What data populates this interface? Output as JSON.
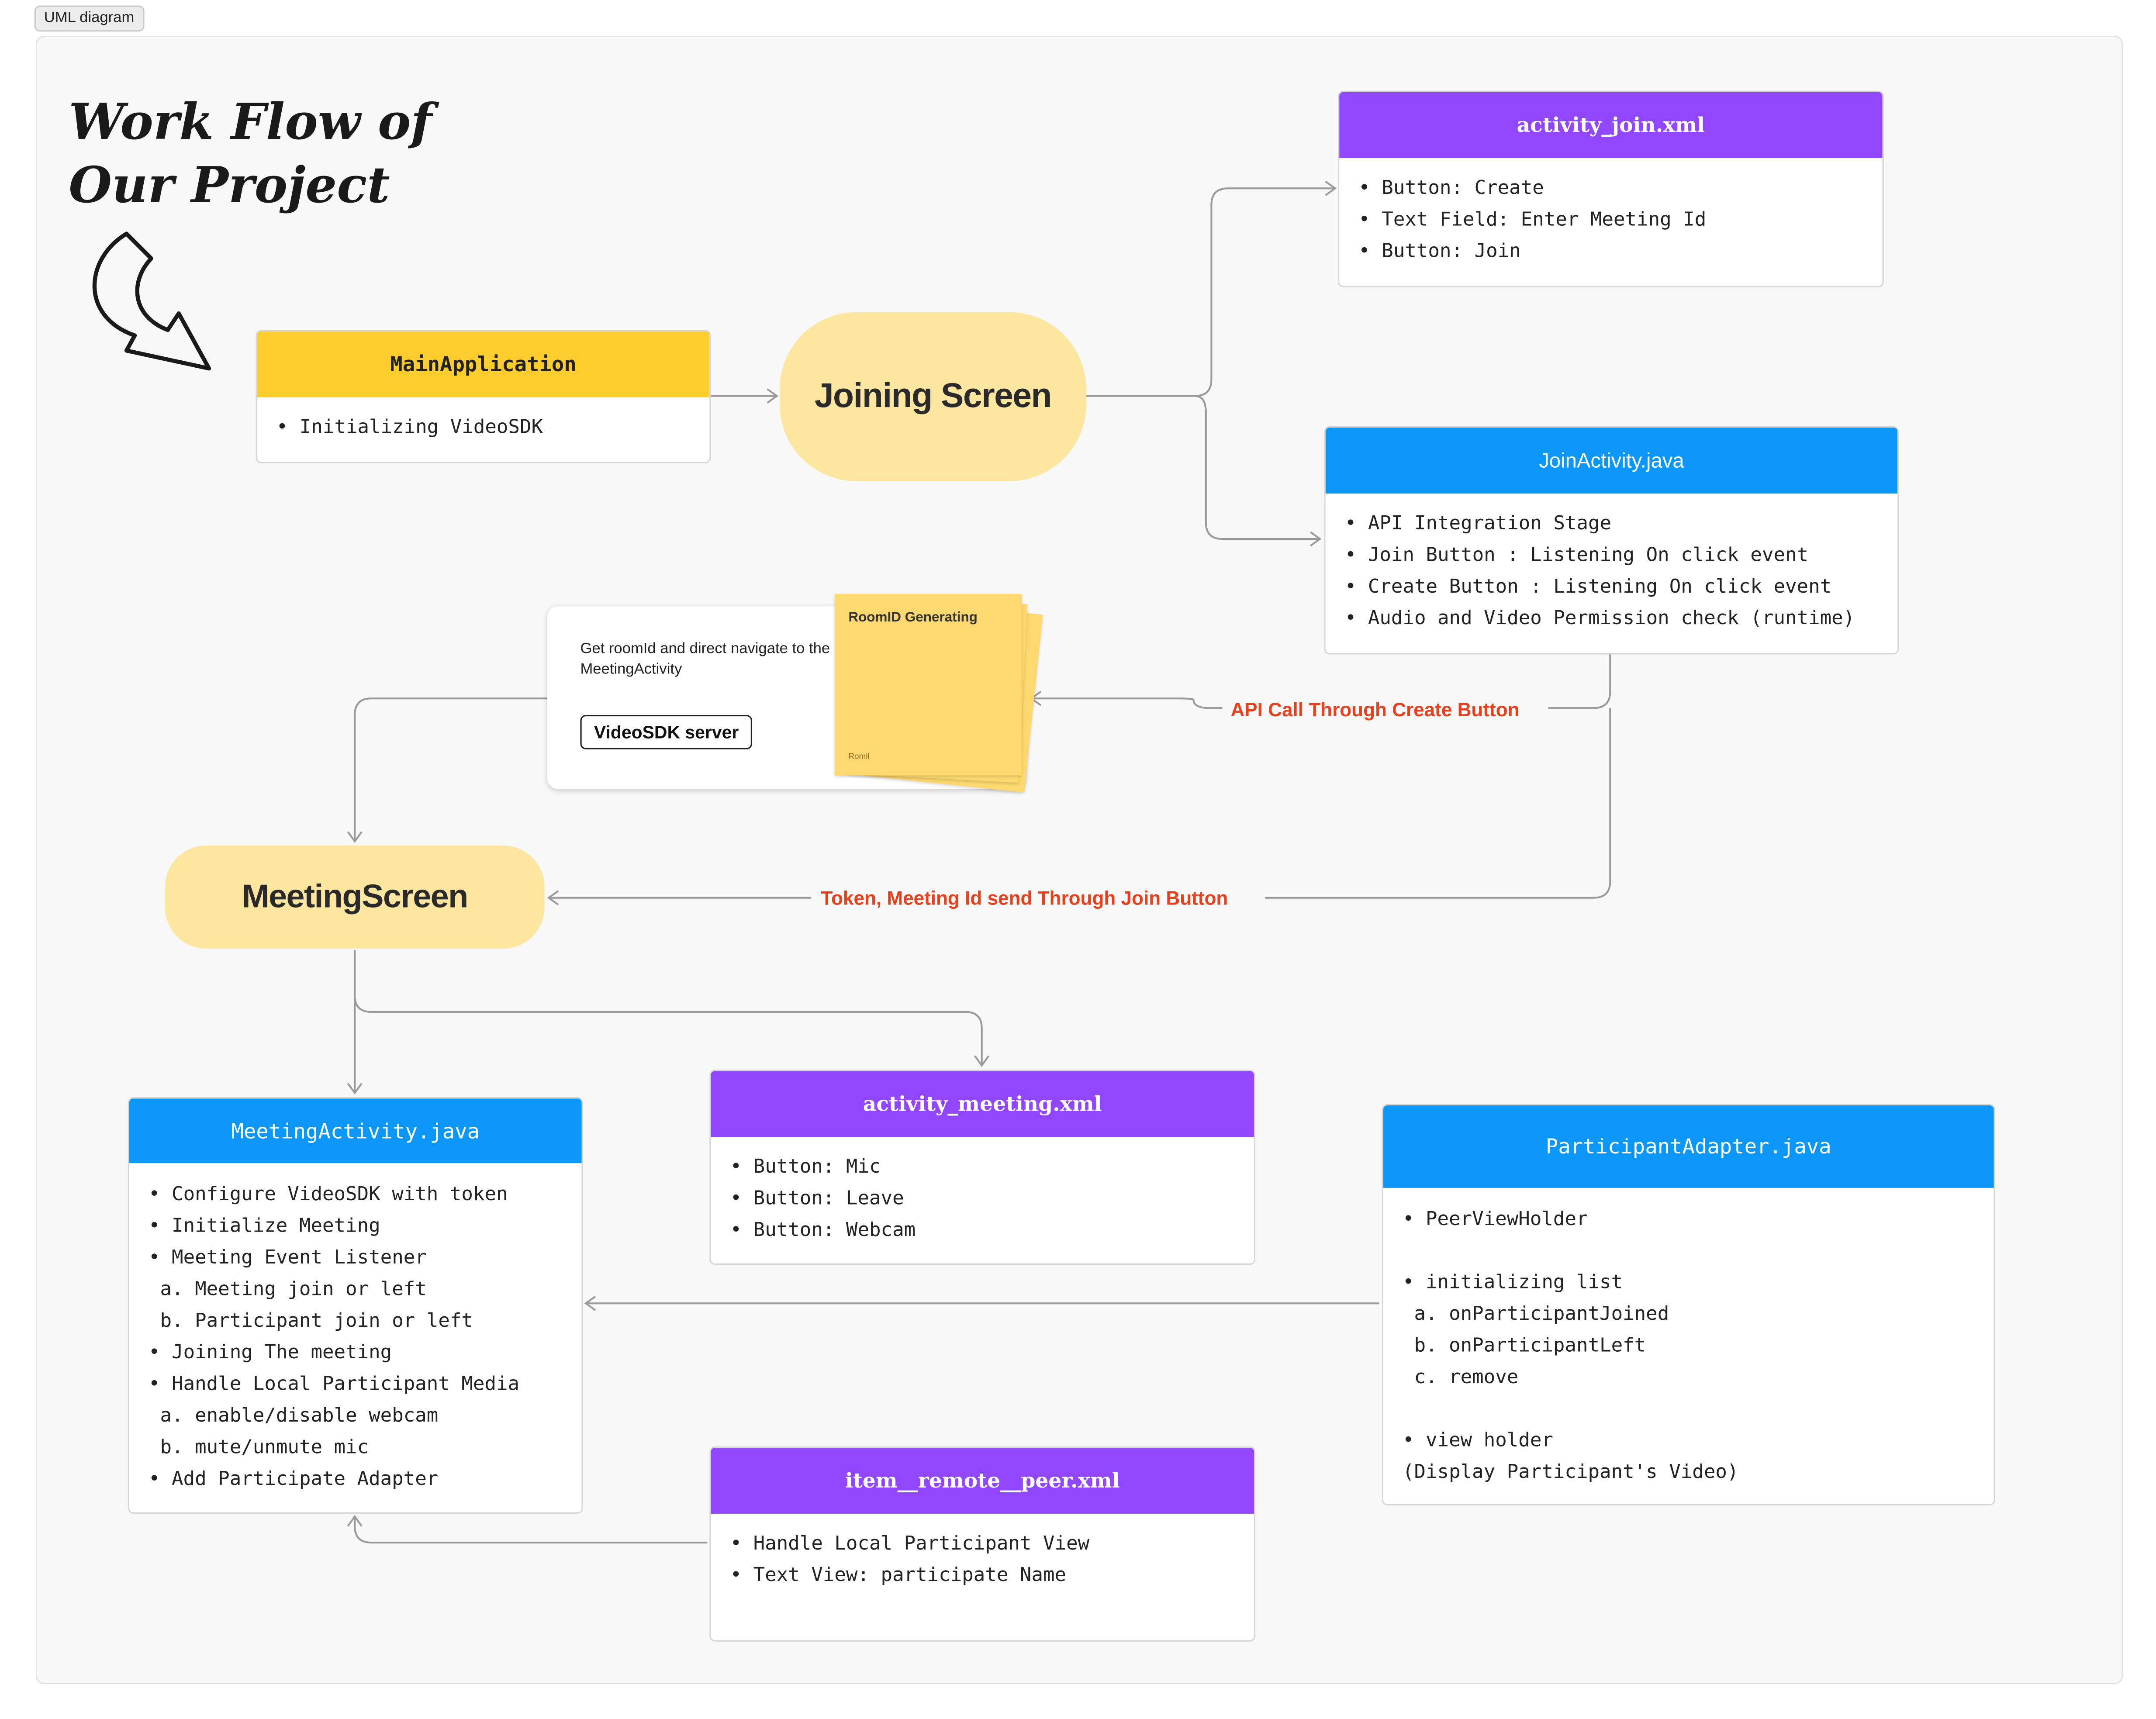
{
  "tag": "UML diagram",
  "title": {
    "line1": "Work Flow of",
    "line2": "Our Project"
  },
  "main_application": {
    "header": "MainApplication",
    "body": "• Initializing VideoSDK"
  },
  "joining_screen": "Joining Screen",
  "meeting_screen": "MeetingScreen",
  "activity_join": {
    "header": "activity_join.xml",
    "items": [
      "Button: Create",
      "Text Field: Enter Meeting Id",
      "Button: Join"
    ]
  },
  "join_activity": {
    "header": "JoinActivity.java",
    "items": [
      "API Integration Stage",
      "Join Button : Listening On click event",
      "Create Button : Listening On click event",
      "Audio and Video Permission check (runtime)"
    ]
  },
  "server_card": {
    "text": "Get roomId and direct navigate to the MeetingActivity",
    "button": "VideoSDK server",
    "note_title": "RoomID Generating",
    "note_sign": "Romil"
  },
  "edge_labels": {
    "api_call": "API Call Through Create Button",
    "token": "Token, Meeting Id send Through Join Button"
  },
  "meeting_activity": {
    "header": "MeetingActivity.java",
    "body": "• Configure VideoSDK with token\n• Initialize Meeting\n• Meeting Event Listener\n a. Meeting join or left\n b. Participant join or left\n• Joining The meeting\n• Handle Local Participant Media\n a. enable/disable webcam\n b. mute/unmute mic\n• Add Participate Adapter"
  },
  "activity_meeting": {
    "header": "activity_meeting.xml",
    "items": [
      "Button: Mic",
      "Button: Leave",
      "Button: Webcam"
    ]
  },
  "participant_adapter": {
    "header": "ParticipantAdapter.java",
    "body": "• PeerViewHolder\n\n• initializing list\n a. onParticipantJoined\n b. onParticipantLeft\n c. remove\n\n• view holder\n(Display Participant's Video)"
  },
  "item_remote_peer": {
    "header": "item__remote__peer.xml",
    "items": [
      "Handle Local Participant View",
      "Text View: participate Name"
    ]
  }
}
